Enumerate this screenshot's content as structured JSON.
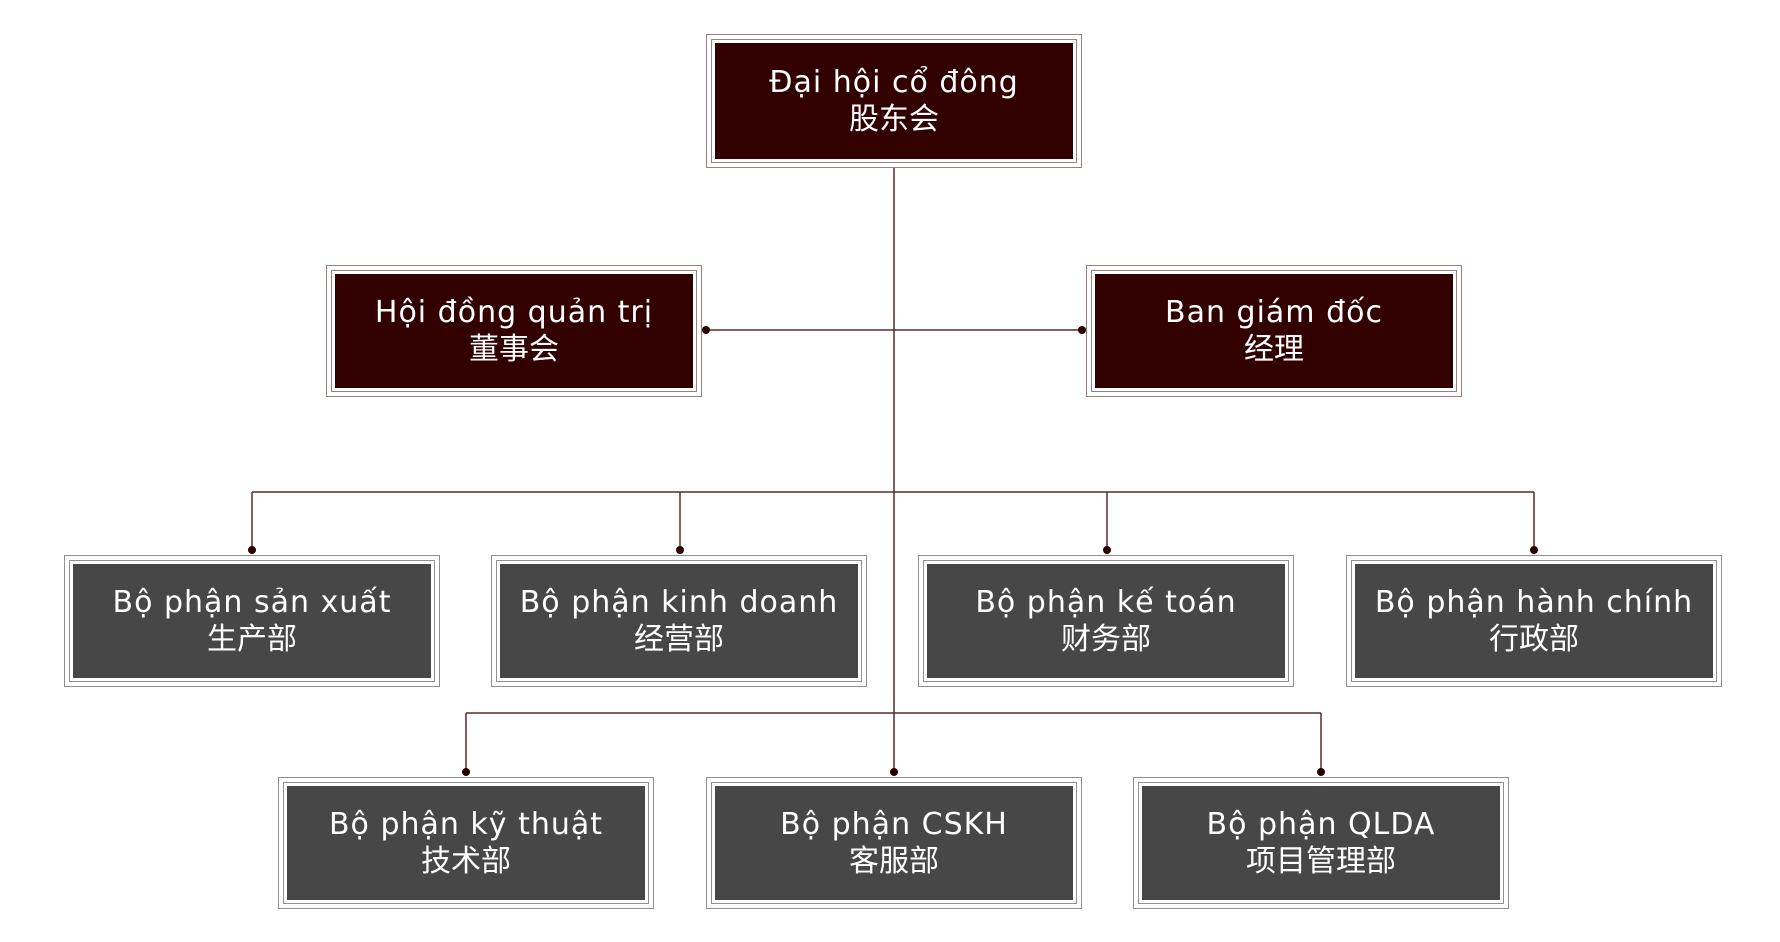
{
  "diagram": {
    "colors": {
      "connector": "#5a2a2a",
      "top_box": "#330000",
      "dept_box": "#474747",
      "text": "#ffffff"
    },
    "top": {
      "shareholders": {
        "vi": "Đại hội cổ đông",
        "zh": "股东会"
      }
    },
    "management": {
      "board": {
        "vi": "Hội đồng quản trị",
        "zh": "董事会"
      },
      "directors": {
        "vi": "Ban giám đốc",
        "zh": "经理"
      }
    },
    "departments_row1": [
      {
        "vi": "Bộ phận sản xuất",
        "zh": "生产部"
      },
      {
        "vi": "Bộ phận kinh doanh",
        "zh": "经营部"
      },
      {
        "vi": "Bộ phận kế toán",
        "zh": "财务部"
      },
      {
        "vi": "Bộ phận hành chính",
        "zh": "行政部"
      }
    ],
    "departments_row2": [
      {
        "vi": "Bộ phận kỹ thuật",
        "zh": "技术部"
      },
      {
        "vi": "Bộ phận CSKH",
        "zh": "客服部"
      },
      {
        "vi": "Bộ phận QLDA",
        "zh": "项目管理部"
      }
    ]
  }
}
